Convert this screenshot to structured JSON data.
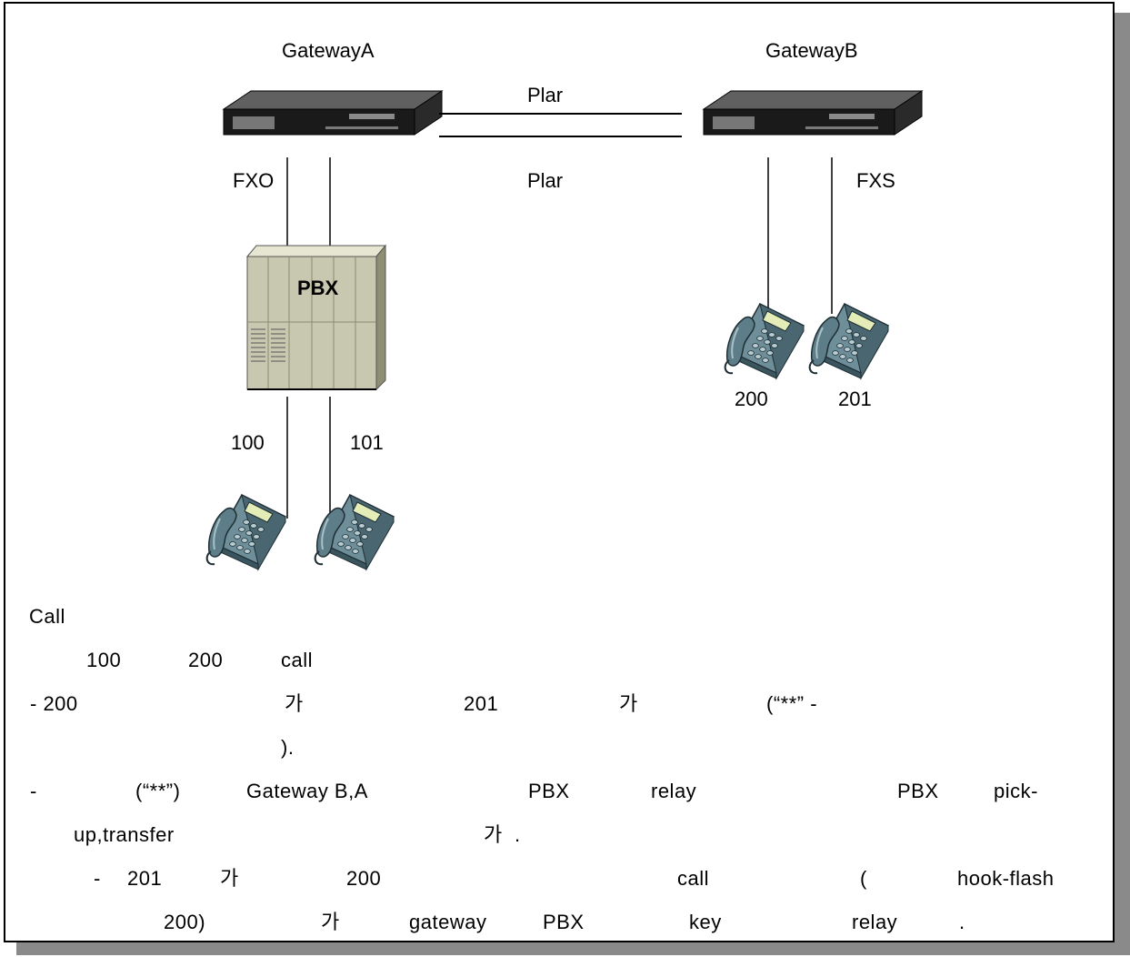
{
  "diagram": {
    "gateway_a_label": "GatewayA",
    "gateway_b_label": "GatewayB",
    "link_top_label": "Plar",
    "link_bottom_label": "Plar",
    "fxo_label": "FXO",
    "fxs_label": "FXS",
    "pbx_label": "PBX",
    "ext_100": "100",
    "ext_101": "101",
    "ext_200": "200",
    "ext_201": "201"
  },
  "text": {
    "l1": "Call",
    "l2a": "100",
    "l2b": "200",
    "l2c": "call",
    "l3a": "- 200",
    "l3b": "가",
    "l3c": "201",
    "l3d": "가",
    "l3e": "(“**”  -",
    "l4a": ").",
    "l5a": "-",
    "l5b": "(“**”)",
    "l5c": "Gateway  B,A",
    "l5d": "PBX",
    "l5e": "relay",
    "l5f": "PBX",
    "l5g": "pick-",
    "l6a": "up,transfer",
    "l6b": "가",
    "l6c": ".",
    "l7a": "-",
    "l7b": "201",
    "l7c": "가",
    "l7d": "200",
    "l7e": "call",
    "l7f": "(",
    "l7g": "hook-flash",
    "l8a": "200)",
    "l8b": "가",
    "l8c": "gateway",
    "l8d": "PBX",
    "l8e": "key",
    "l8f": "relay",
    "l8g": "."
  }
}
